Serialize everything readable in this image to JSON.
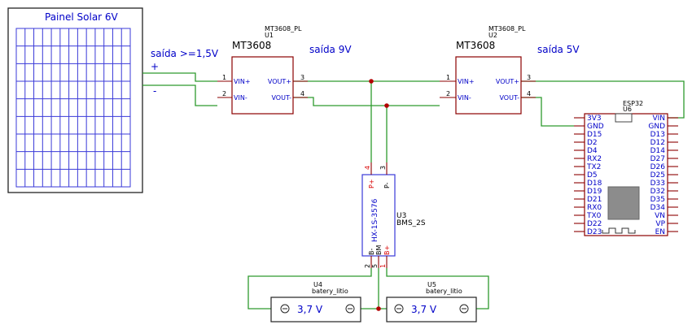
{
  "colors": {
    "wire": "#2e9a2e",
    "component": "#8b0000",
    "label": "#0000c8",
    "pin_number": "#d80000",
    "junction": "#b30000"
  },
  "solar_panel": {
    "title": "Painel Solar 6V"
  },
  "net_labels": {
    "solar_out": "saída >=1,5V",
    "plus": "+",
    "minus": "-",
    "u1_out": "saída 9V",
    "u2_out": "saída 5V"
  },
  "u1": {
    "part": "MT3608_PL",
    "ref": "U1",
    "name": "MT3608",
    "pins": {
      "vin_plus": "VIN+",
      "vin_minus": "VIN-",
      "vout_plus": "VOUT+",
      "vout_minus": "VOUT-"
    },
    "pin_nums": {
      "p1": "1",
      "p2": "2",
      "p3": "3",
      "p4": "4"
    }
  },
  "u2": {
    "part": "MT3608_PL",
    "ref": "U2",
    "name": "MT3608",
    "pins": {
      "vin_plus": "VIN+",
      "vin_minus": "VIN-",
      "vout_plus": "VOUT+",
      "vout_minus": "VOUT-"
    },
    "pin_nums": {
      "p1": "1",
      "p2": "2",
      "p3": "3",
      "p4": "4"
    }
  },
  "u3": {
    "ref": "U3",
    "value": "BMS_2S",
    "body_text": "HX-1S-3576",
    "pins_top": {
      "p_plus": "P+",
      "p_minus": "P-"
    },
    "pins_bottom": {
      "b_minus": "B-",
      "bm": "BM",
      "b_plus": "B+"
    },
    "pin_nums": {
      "p4": "4",
      "p3": "3",
      "p2": "2",
      "p5": "5",
      "p1": "1"
    }
  },
  "u4": {
    "ref": "U4",
    "value": "batery_litio",
    "voltage": "3,7 V"
  },
  "u5": {
    "ref": "U5",
    "value": "batery_litio",
    "voltage": "3,7 V"
  },
  "u6": {
    "ref": "U6",
    "value": "ESP32",
    "left_pins": [
      "3V3",
      "GND",
      "D15",
      "D2",
      "D4",
      "RX2",
      "TX2",
      "D5",
      "D18",
      "D19",
      "D21",
      "RX0",
      "TX0",
      "D22",
      "D23"
    ],
    "right_pins": [
      "VIN",
      "GND",
      "D13",
      "D12",
      "D14",
      "D27",
      "D26",
      "D25",
      "D33",
      "D32",
      "D35",
      "D34",
      "VN",
      "VP",
      "EN"
    ]
  }
}
